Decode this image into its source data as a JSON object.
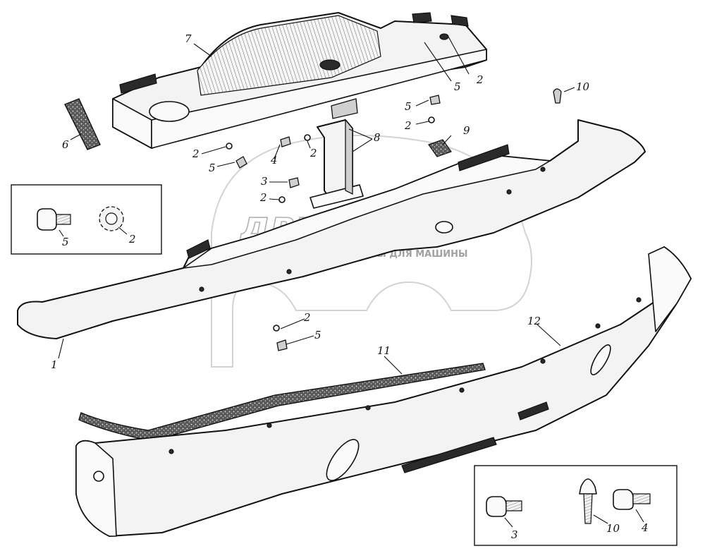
{
  "watermark": {
    "brand": "движком",
    "tagline": "МАГАЗИНЫ ДЛЯ МАШИНЫ"
  },
  "callouts": {
    "c1": "1",
    "c2a": "2",
    "c2b": "2",
    "c2c": "2",
    "c2d": "2",
    "c2e": "2",
    "c2f": "2",
    "c2g": "2",
    "c3": "3",
    "c4": "4",
    "c5a": "5",
    "c5b": "5",
    "c5c": "5",
    "c5d": "5",
    "c5e": "5",
    "c6": "6",
    "c7": "7",
    "c8": "8",
    "c9": "9",
    "c10": "10",
    "c11": "11",
    "c12": "12"
  },
  "inset_left": {
    "bolt_label": "5",
    "washer_label": "2"
  },
  "inset_right": {
    "bolt_label": "3",
    "pin_label": "10",
    "bolt2_label": "4"
  }
}
